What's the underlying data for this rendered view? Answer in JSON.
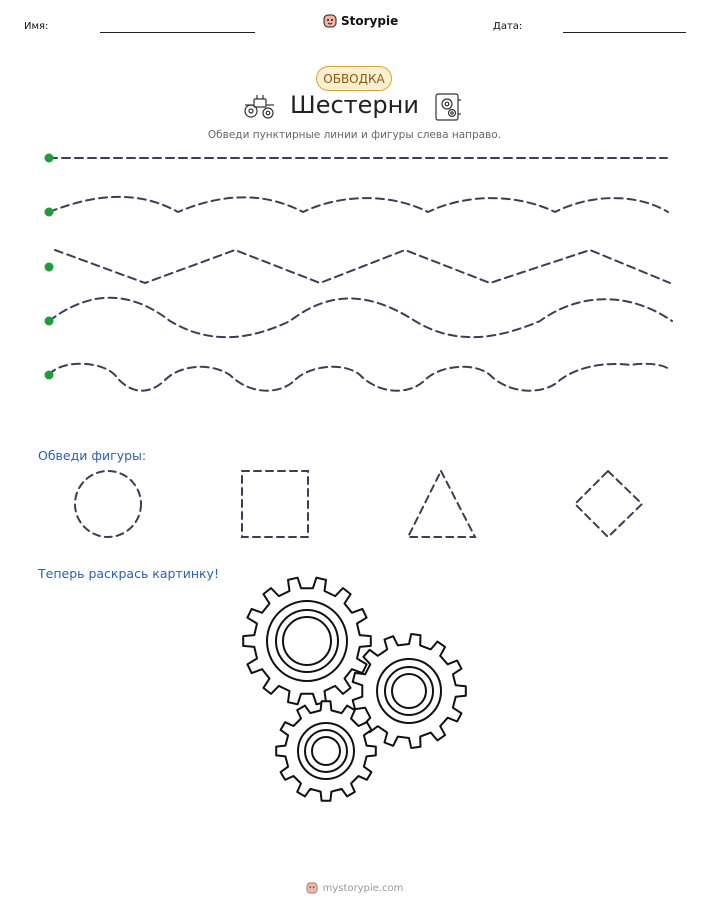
{
  "header": {
    "name_label": "Имя:",
    "date_label": "Дата:",
    "brand": "Storypie"
  },
  "badge": "ОБВОДКА",
  "title": "Шестерни",
  "subtitle": "Обведи пунктирные линии и фигуры слева направо.",
  "trace_lines": [
    "straight",
    "wave",
    "zigzag",
    "wave",
    "curvy-bumps"
  ],
  "shapes_section": {
    "label": "Обведи фигуры:",
    "shapes": [
      "circle",
      "square",
      "triangle",
      "diamond"
    ]
  },
  "coloring_section": {
    "label": "Теперь раскрась картинку!",
    "picture": "three-gears"
  },
  "footer": {
    "site": "mystorypie.com"
  },
  "colors": {
    "dot": "#1f9d3a",
    "dash": "#3a3f58",
    "section_text": "#2b5fb8",
    "badge_border": "#d9a53a",
    "badge_fill": "#fbefcf"
  }
}
